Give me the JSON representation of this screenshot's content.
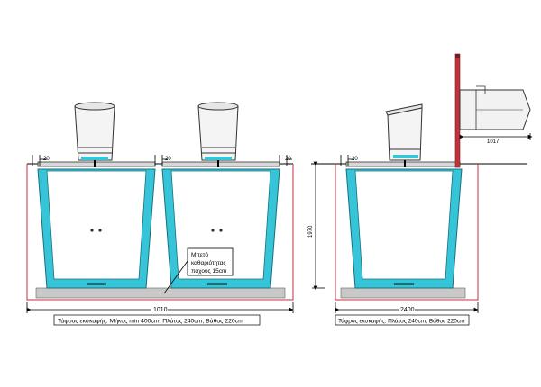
{
  "left": {
    "dims_20": [
      "20",
      "20",
      "20"
    ],
    "total_width": "1010",
    "note_lines": [
      "Μπετό",
      "καθαριότητας",
      "πάχους 15cm"
    ],
    "caption": "Τάφρος εκσκαφής: Μήκος min 400cm, Πλάτος 240cm, Βάθος 220cm"
  },
  "right": {
    "dim_20": "20",
    "pipe_dim": "1017",
    "height_dim": "1970",
    "total_width": "2400",
    "caption": "Τάφρος εκσκαφής: Πλάτος 240cm, Βάθος 220cm"
  },
  "colors": {
    "tank_fill": "#36c4d8",
    "excavation_line": "#c0323c",
    "slab": "#c8c8c8",
    "pipe": "#c0323c"
  }
}
